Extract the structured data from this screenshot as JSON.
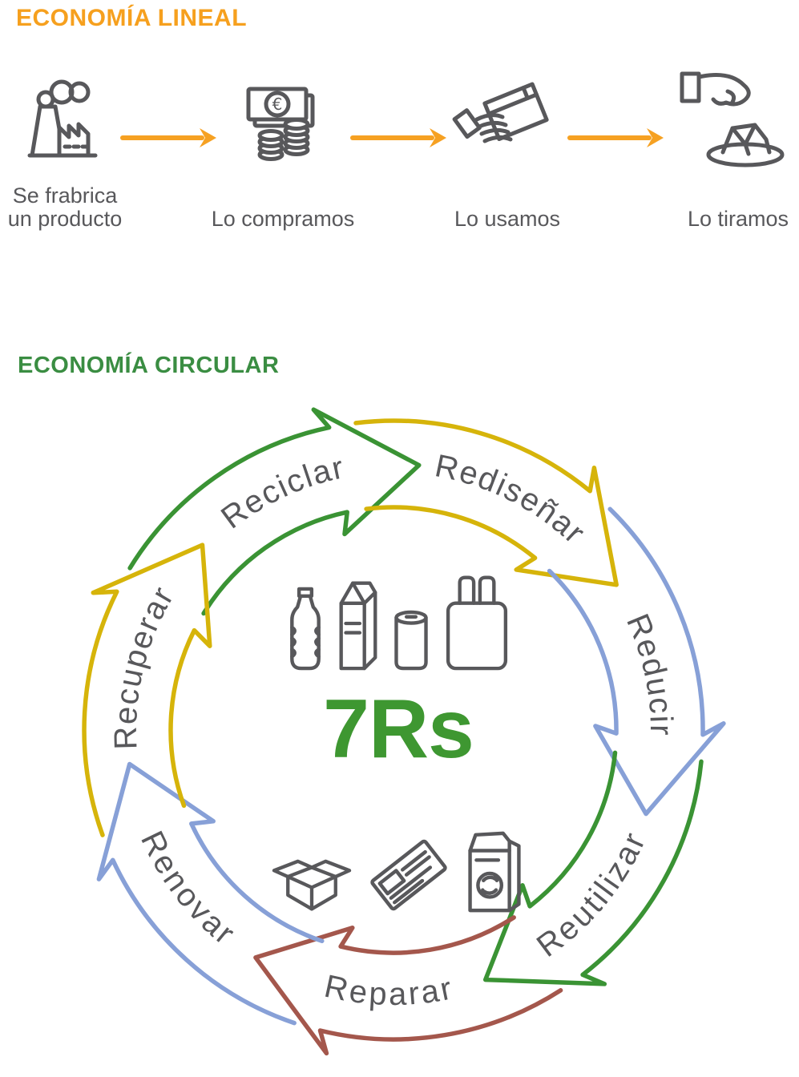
{
  "linear": {
    "title": "ECONOMÍA LINEAL",
    "steps": [
      {
        "label": "Se frabrica\nun producto",
        "icon": "factory-icon"
      },
      {
        "label": "Lo compramos",
        "icon": "money-icon"
      },
      {
        "label": "Lo usamos",
        "icon": "product-in-hand-icon"
      },
      {
        "label": "Lo tiramos",
        "icon": "throw-away-icon"
      }
    ]
  },
  "circular": {
    "title": "ECONOMÍA CIRCULAR",
    "center_label": "7Rs",
    "arrows": [
      {
        "label": "Reciclar",
        "color": "#3a9334",
        "flipped": false
      },
      {
        "label": "Rediseñar",
        "color": "#d6b40a",
        "flipped": false
      },
      {
        "label": "Reducir",
        "color": "#87a0d7",
        "flipped": false
      },
      {
        "label": "Reutilizar",
        "color": "#3a9334",
        "flipped": true
      },
      {
        "label": "Reparar",
        "color": "#a4574c",
        "flipped": true
      },
      {
        "label": "Renovar",
        "color": "#87a0d7",
        "flipped": true
      },
      {
        "label": "Recuperar",
        "color": "#d6b40a",
        "flipped": false
      }
    ],
    "top_icons": [
      "plastic-bottle-icon",
      "beverage-carton-icon",
      "soda-can-icon",
      "plastic-bag-icon"
    ],
    "bottom_icons": [
      "cardboard-box-icon",
      "newspaper-icon",
      "detergent-carton-icon"
    ]
  },
  "colors": {
    "linear_title": "#f6a01e",
    "flow_arrow": "#f6a122",
    "circular_title": "#3a8d42",
    "center_label": "#3e9731",
    "icon_gray": "#58585b",
    "label_gray": "#58585b"
  }
}
